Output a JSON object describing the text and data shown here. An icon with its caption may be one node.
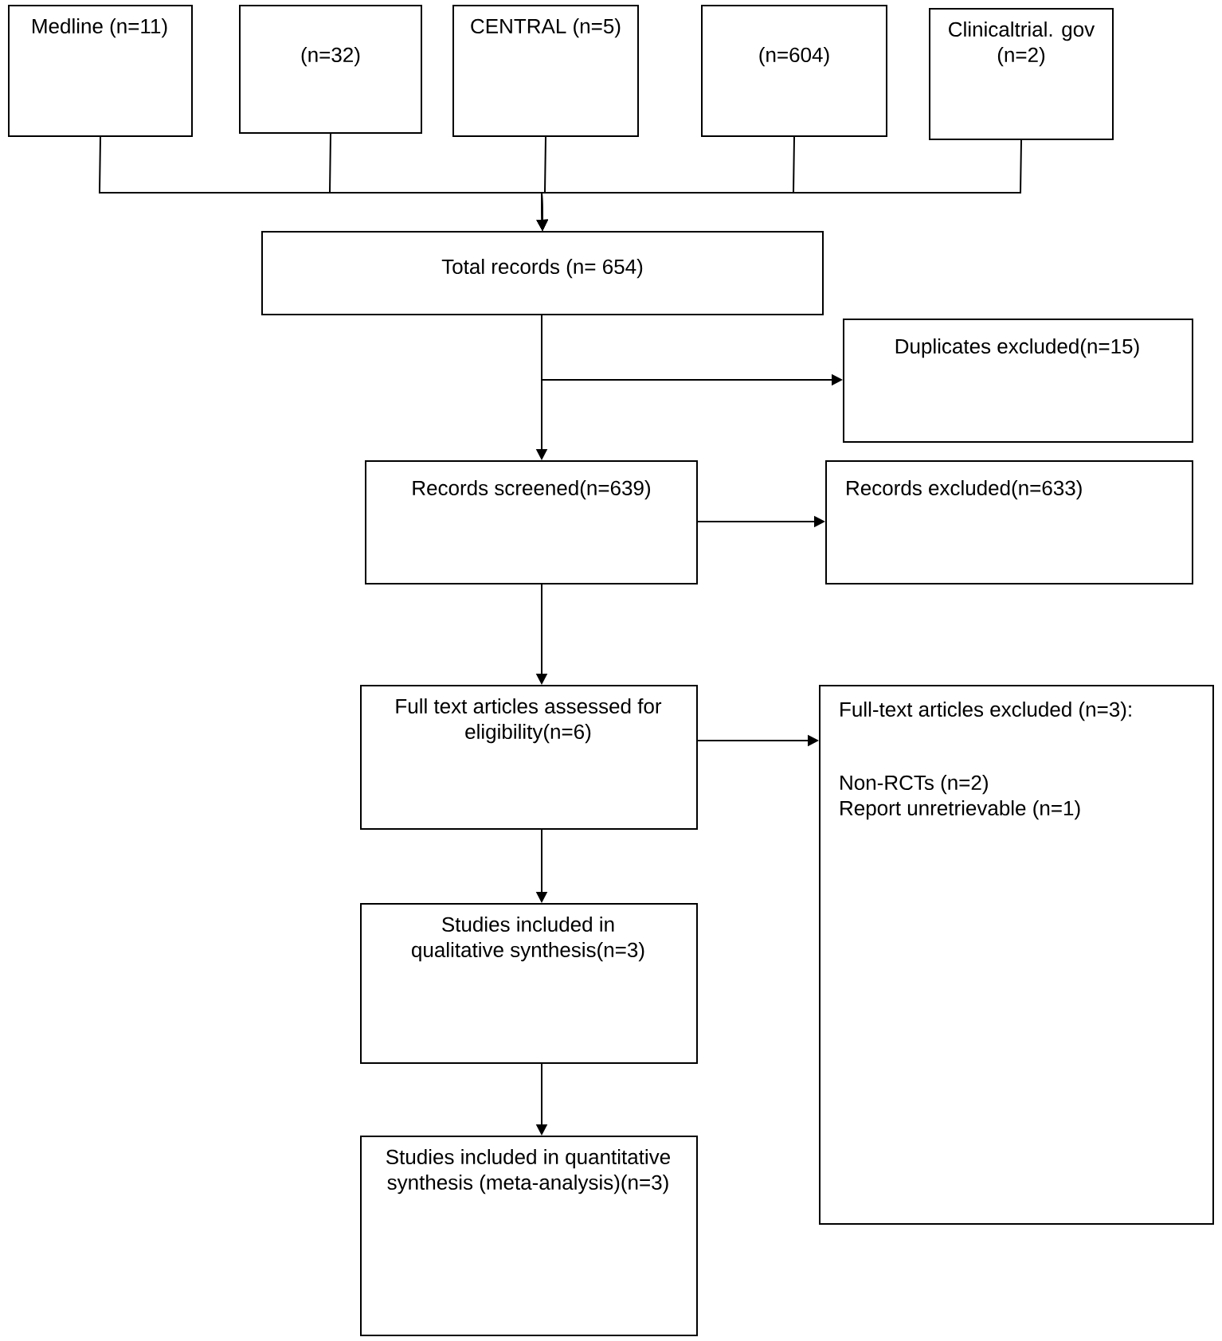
{
  "diagram": {
    "nodes": [
      {
        "text": [
          "Medline (n=11)"
        ]
      },
      {
        "text": [
          "(n=32)"
        ]
      },
      {
        "text": [
          "CENTRAL (n=5)"
        ]
      },
      {
        "text": [
          "(n=604)"
        ]
      },
      {
        "text": [
          "Clinicaltrial. gov (n=2)"
        ]
      },
      {
        "text": [
          "Total records (n= 654)"
        ]
      },
      {
        "text": [
          "Duplicates excluded(n=15)"
        ]
      },
      {
        "text": [
          "Records screened(n=639)"
        ]
      },
      {
        "text": [
          "Records excluded(n=633)"
        ]
      },
      {
        "text": [
          "Full text articles assessed for eligibility(n=6)"
        ]
      },
      {
        "text": [
          "Full-text articles excluded (n=3):",
          "Non-RCTs (n=2)",
          "Report unretrievable (n=1)"
        ]
      },
      {
        "text": [
          "Studies included in qualitative synthesis(n=3)"
        ]
      },
      {
        "text": [
          "Studies included in quantitative synthesis (meta-analysis)(n=3)"
        ]
      }
    ],
    "edges": [
      {
        "from": 0,
        "to": 5,
        "arrow": "to"
      },
      {
        "from": 1,
        "to": 5,
        "arrow": "to"
      },
      {
        "from": 2,
        "to": 5,
        "arrow": "to"
      },
      {
        "from": 3,
        "to": 5,
        "arrow": "to"
      },
      {
        "from": 4,
        "to": 5,
        "arrow": "to"
      },
      {
        "from": 5,
        "to": 7,
        "arrow": "to"
      },
      {
        "from": 5,
        "to": 6,
        "arrow": "to"
      },
      {
        "from": 7,
        "to": 8,
        "arrow": "to"
      },
      {
        "from": 7,
        "to": 9,
        "arrow": "to"
      },
      {
        "from": 9,
        "to": 10,
        "arrow": "to"
      },
      {
        "from": 9,
        "to": 11,
        "arrow": "to"
      },
      {
        "from": 11,
        "to": 12,
        "arrow": "to"
      }
    ]
  }
}
